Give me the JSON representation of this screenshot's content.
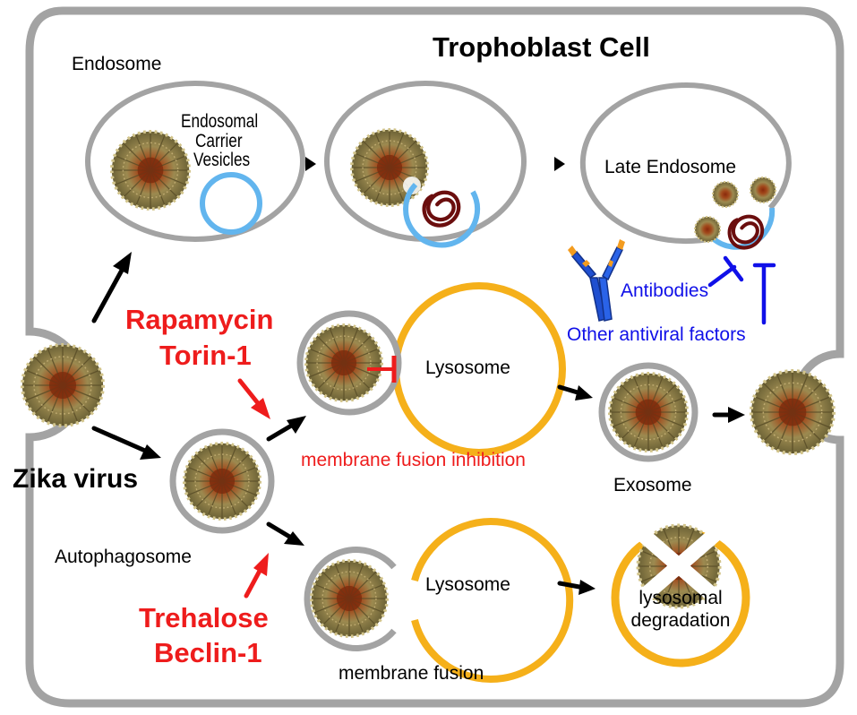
{
  "title": "Trophoblast Cell",
  "labels": {
    "endosome": "Endosome",
    "carrier_1": "Endosomal",
    "carrier_2": "Carrier",
    "carrier_3": "Vesicles",
    "late_endosome": "Late Endosome",
    "antibodies": "Antibodies",
    "other_antiviral": "Other antiviral factors",
    "rapamycin": "Rapamycin",
    "torin": "Torin-1",
    "lysosome_top": "Lysosome",
    "fusion_inhibition": "membrane fusion inhibition",
    "exosome": "Exosome",
    "zika": "Zika virus",
    "autophagosome": "Autophagosome",
    "lysosome_bottom": "Lysosome",
    "degradation_1": "lysosomal",
    "degradation_2": "degradation",
    "trehalose": "Trehalose",
    "beclin": "Beclin-1",
    "membrane_fusion": "membrane fusion"
  },
  "colors": {
    "membrane": "#a3a3a3",
    "vesicle": "#62b5ee",
    "lysosome": "#f5b01a",
    "virus": "#9c8a50",
    "virus_core": "#7a3a12",
    "rna": "#6b0e0e",
    "drug": "#ee1c1c",
    "antiviral": "#1010e8",
    "arrow": "#000000"
  },
  "icons": {
    "virus": "zika-virus-particle-icon",
    "rna": "viral-rna-coil-icon",
    "antibody": "y-shaped-antibody-icon",
    "degraded": "crossed-out-virus-icon"
  }
}
